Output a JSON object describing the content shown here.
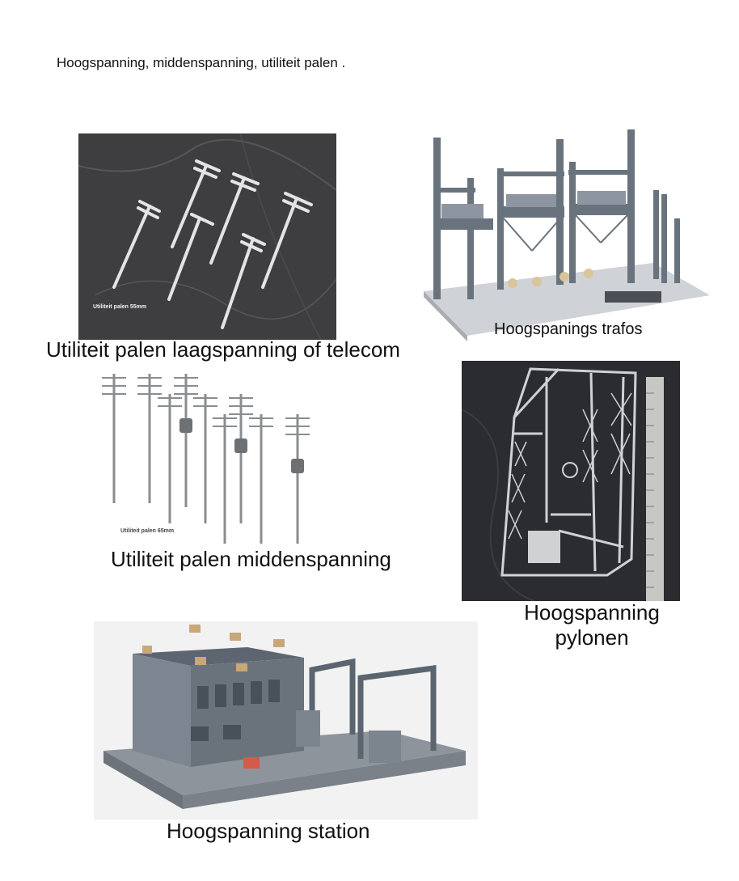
{
  "page": {
    "heading": "Hoogspanning, middenspanning, utiliteit palen ."
  },
  "photos": {
    "low_voltage_poles": {
      "caption": "Utiliteit palen laagspanning of telecom",
      "label": "Utiliteit palen 55mm",
      "colors": {
        "background": "#3e3e40",
        "model": "#e4e4e4"
      }
    },
    "transformers": {
      "caption": "Hoogspanings trafos",
      "colors": {
        "base": "#cfd2d6",
        "steel": "#69737d"
      }
    },
    "medium_voltage_poles": {
      "caption": "Utiliteit palen middenspanning",
      "label": "Utiliteit palen 65mm",
      "colors": {
        "pole": "#8a8d90"
      }
    },
    "pylons": {
      "caption_line1": "Hoogspanning",
      "caption_line2": "pylonen",
      "colors": {
        "background": "#2a2c30",
        "sprue": "#cfd1d3",
        "ruler": "#c7c8c4"
      }
    },
    "station": {
      "caption": "Hoogspanning station",
      "colors": {
        "background": "#f2f2f2",
        "building": "#7d8590",
        "roof": "#5d6570"
      }
    }
  }
}
